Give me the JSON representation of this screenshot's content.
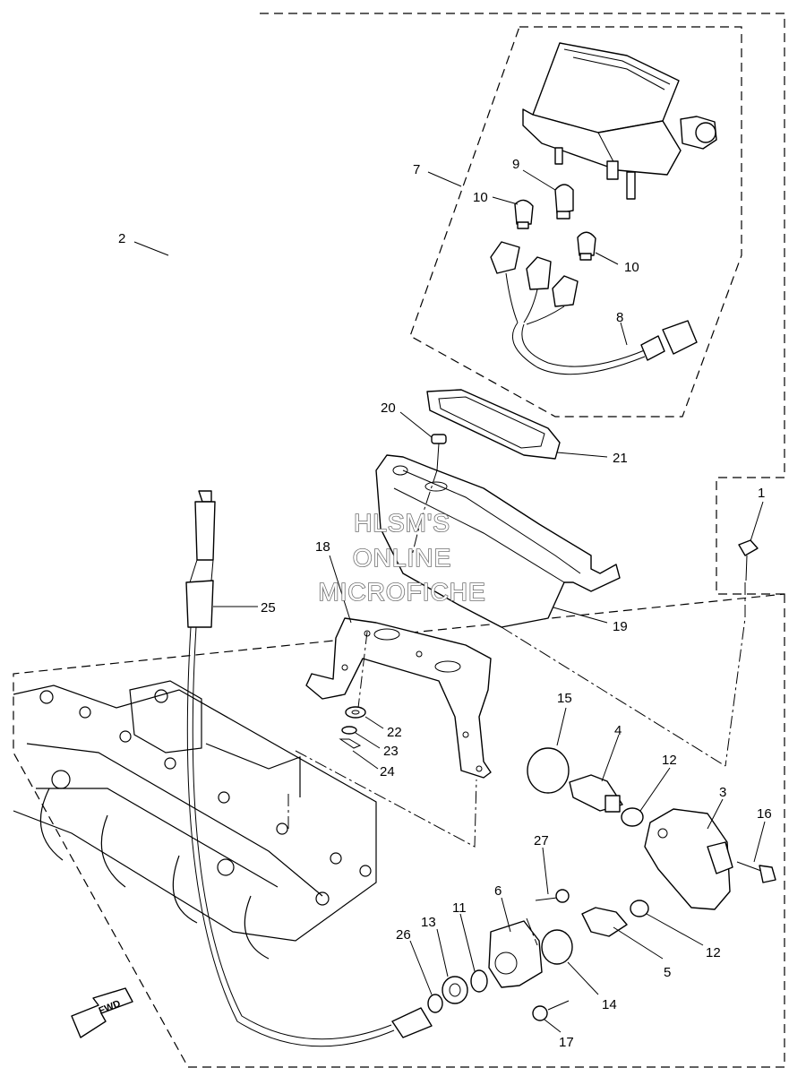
{
  "callouts": {
    "c1": "1",
    "c2": "2",
    "c3": "3",
    "c4": "4",
    "c5": "5",
    "c6": "6",
    "c7": "7",
    "c8": "8",
    "c9": "9",
    "c10a": "10",
    "c10b": "10",
    "c11": "11",
    "c12a": "12",
    "c12b": "12",
    "c13": "13",
    "c14": "14",
    "c15": "15",
    "c16": "16",
    "c17": "17",
    "c18": "18",
    "c19": "19",
    "c20": "20",
    "c21": "21",
    "c22": "22",
    "c23": "23",
    "c24": "24",
    "c25": "25",
    "c26": "26",
    "c27": "27"
  },
  "watermark": {
    "line1": "HLSM'S",
    "line2": "ONLINE",
    "line3": "MICROFICHE"
  },
  "fwd_label": "FWD",
  "colors": {
    "line": "#000000",
    "background": "#ffffff",
    "watermark_stroke": "#707070"
  }
}
